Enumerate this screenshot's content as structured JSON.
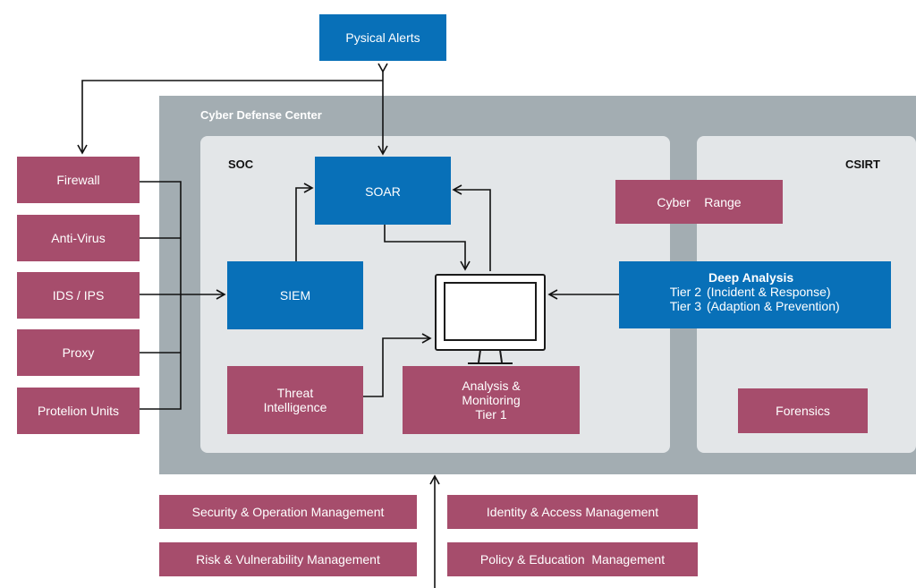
{
  "physical_alerts": "Pysical Alerts",
  "cyber_defense_center": "Cyber Defense Center",
  "soc": {
    "label": "SOC",
    "soar": "SOAR",
    "siem": "SIEM",
    "threat_intelligence": [
      "Threat",
      "Intelligence"
    ],
    "analysis_monitoring": [
      "Analysis &",
      "Monitoring",
      "Tier 1"
    ]
  },
  "csirt": {
    "label": "CSIRT",
    "cyber_range": "Cyber    Range",
    "deep_analysis": {
      "title": "Deep Analysis",
      "tier2_label": "Tier 2",
      "tier2_text": "(Incident & Response)",
      "tier3_label": "Tier 3",
      "tier3_text": "(Adaption & Prevention)"
    },
    "forensics": "Forensics"
  },
  "sources": [
    "Firewall",
    "Anti-Virus",
    "IDS / IPS",
    "Proxy",
    "Protelion Units"
  ],
  "management": {
    "security_operation": "Security & Operation Management",
    "identity_access": "Identity & Access Management",
    "risk_vulnerability": "Risk & Vulnerability Management",
    "policy_education": "Policy & Education  Management"
  },
  "colors": {
    "blue": "#0870b8",
    "rose": "#a64d6c",
    "panel": "#a3adb2",
    "inner": "#e3e6e8"
  },
  "icons": {
    "monitor": "monitor-icon"
  }
}
